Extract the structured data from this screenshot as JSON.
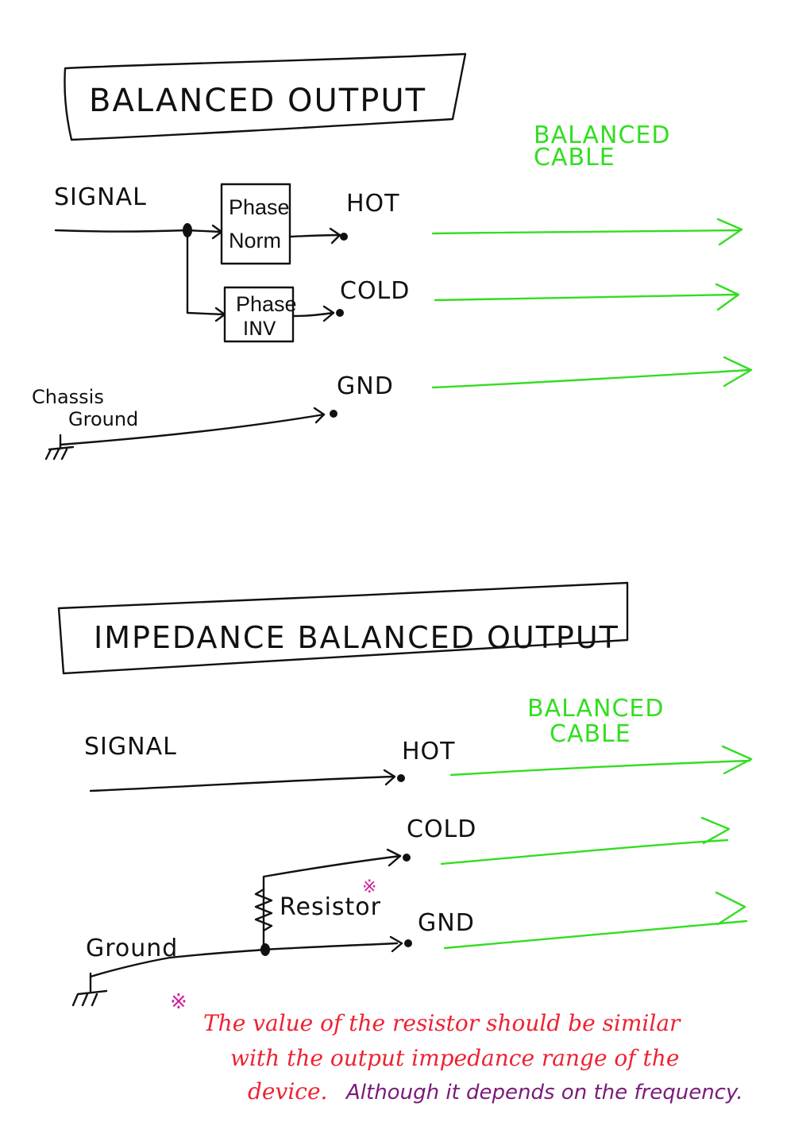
{
  "sections": {
    "balanced": {
      "title": "BALANCED OUTPUT",
      "cable_label_line1": "BALANCED",
      "cable_label_line2": "CABLE",
      "signal": "SIGNAL",
      "box_norm_line1": "Phase",
      "box_norm_line2": "Norm",
      "box_inv_line1": "Phase",
      "box_inv_line2": "INV",
      "hot": "HOT",
      "cold": "COLD",
      "gnd": "GND",
      "chassis_line1": "Chassis",
      "chassis_line2": "Ground"
    },
    "impedance": {
      "title": "IMPEDANCE BALANCED OUTPUT",
      "cable_label_line1": "BALANCED",
      "cable_label_line2": "CABLE",
      "signal": "SIGNAL",
      "hot": "HOT",
      "cold": "COLD",
      "gnd": "GND",
      "resistor": "Resistor",
      "resistor_mark": "※",
      "ground": "Ground"
    }
  },
  "note": {
    "mark": "※",
    "line1": "The value of the resistor should be similar",
    "line2": "with the output impedance range of the",
    "line3_red": "device.",
    "line3_purple": "Although it depends on the frequency."
  },
  "colors": {
    "ink": "#111111",
    "cable": "#33dd22",
    "note": "#ee2233",
    "note_aside": "#7a1a7a",
    "mark": "#d0209a"
  }
}
